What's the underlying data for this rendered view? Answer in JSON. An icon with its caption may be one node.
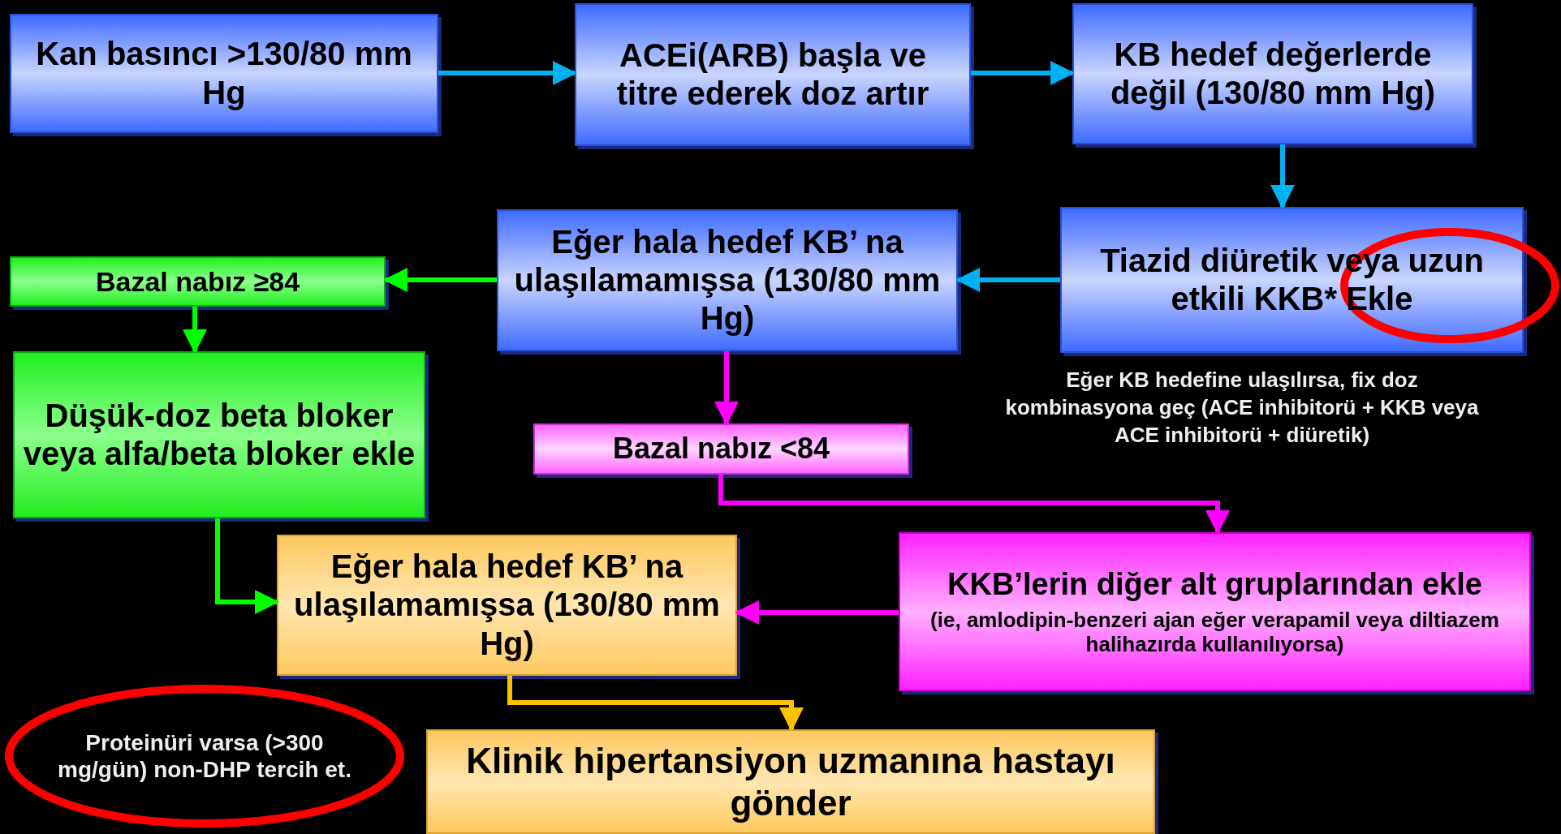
{
  "diagram": {
    "nodes": [
      {
        "text": [
          "Kan basıncı >130/80 mm Hg"
        ]
      },
      {
        "text": [
          "ACEi(ARB) başla ve titre ederek doz artır"
        ]
      },
      {
        "text": [
          "KB hedef değerlerde değil (130/80 mm Hg)"
        ]
      },
      {
        "text": [
          "Tiazid diüretik veya uzun etkili KKB* Ekle"
        ],
        "beside": [
          "Eğer KB hedefine ulaşılırsa, fix doz kombinasyona geç (ACE inhibitorü + KKB veya ACE inhibitorü + diüretik)"
        ]
      },
      {
        "text": [
          "Eğer hala hedef KB’ na ulaşılamamışsa (130/80 mm Hg)"
        ]
      },
      {
        "text": [
          "Bazal nabız ≥84"
        ]
      },
      {
        "text": [
          "Düşük-doz beta bloker veya alfa/beta bloker ekle"
        ]
      },
      {
        "text": [
          "Bazal nabız <84"
        ]
      },
      {
        "text": [
          "KKB’lerin diğer alt gruplarından ekle",
          "(ie, amlodipin-benzeri ajan eğer verapamil veya diltiazem halihazırda kullanılıyorsa)"
        ]
      },
      {
        "text": [
          "Eğer hala hedef KB’ na ulaşılamamışsa (130/80 mm Hg)"
        ]
      },
      {
        "text": [
          "Klinik hipertansiyon uzmanına hastayı gönder"
        ]
      },
      {
        "text": [
          "Proteinüri varsa (>300 mg/gün) non-DHP tercih et."
        ]
      }
    ],
    "edges": [
      {
        "from": 0,
        "to": 1,
        "arrow": "to"
      },
      {
        "from": 1,
        "to": 2,
        "arrow": "to"
      },
      {
        "from": 2,
        "to": 3,
        "arrow": "to"
      },
      {
        "from": 3,
        "to": 4,
        "arrow": "to"
      },
      {
        "from": 4,
        "to": 5,
        "arrow": "to",
        "color": "#00ff00"
      },
      {
        "from": 5,
        "to": 6,
        "arrow": "to",
        "color": "#00ff00"
      },
      {
        "from": 4,
        "to": 7,
        "arrow": "to",
        "color": "#ff00ff"
      },
      {
        "from": 7,
        "to": 8,
        "arrow": "to",
        "color": "#ff00ff"
      },
      {
        "from": 8,
        "to": 9,
        "arrow": "to",
        "color": "#ff00ff"
      },
      {
        "from": 6,
        "to": 9,
        "arrow": "to",
        "color": "#00ff00"
      },
      {
        "from": 9,
        "to": 10,
        "arrow": "to",
        "color": "#ffc000"
      }
    ]
  }
}
